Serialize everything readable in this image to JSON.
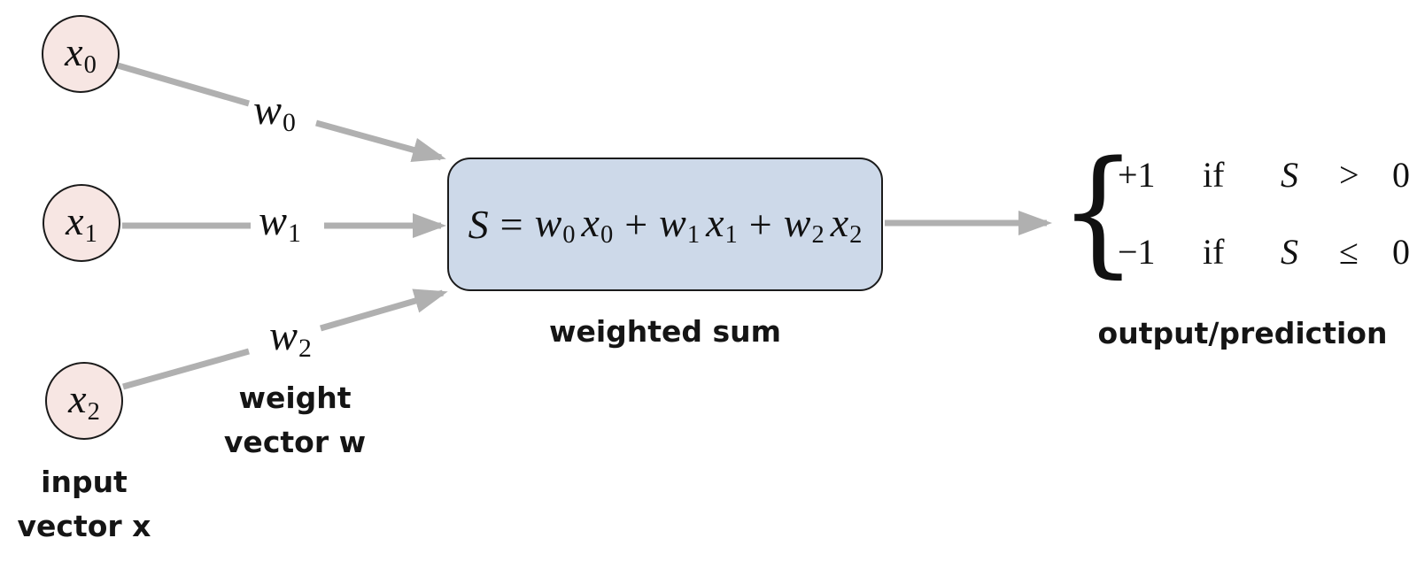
{
  "colors": {
    "arrow_color": "#b0b0b0",
    "node_fill": "#f7e6e3",
    "node_border": "#1a1a1a",
    "box_fill": "#cdd9e9",
    "box_border": "#1b1b1b"
  },
  "nodes": [
    {
      "base": "x",
      "sub": "0"
    },
    {
      "base": "x",
      "sub": "1"
    },
    {
      "base": "x",
      "sub": "2"
    }
  ],
  "weights": [
    {
      "base": "w",
      "sub": "0"
    },
    {
      "base": "w",
      "sub": "1"
    },
    {
      "base": "w",
      "sub": "2"
    }
  ],
  "sum_box": {
    "lhs": "S",
    "equals": "=",
    "plus": "+",
    "terms": [
      {
        "w": "w",
        "wsub": "0",
        "x": "x",
        "xsub": "0"
      },
      {
        "w": "w",
        "wsub": "1",
        "x": "x",
        "xsub": "1"
      },
      {
        "w": "w",
        "wsub": "2",
        "x": "x",
        "xsub": "2"
      }
    ],
    "caption": "weighted sum"
  },
  "output": {
    "brace": "{",
    "cases": [
      {
        "value": "+1",
        "keyword": "if",
        "variable": "S",
        "operator": ">",
        "threshold": "0"
      },
      {
        "value": "−1",
        "keyword": "if",
        "variable": "S",
        "operator": "≤",
        "threshold": "0"
      }
    ],
    "caption": "output/prediction"
  },
  "labels": {
    "input_vector": [
      "input",
      "vector x"
    ],
    "weight_vector": [
      "weight",
      "vector w"
    ]
  }
}
